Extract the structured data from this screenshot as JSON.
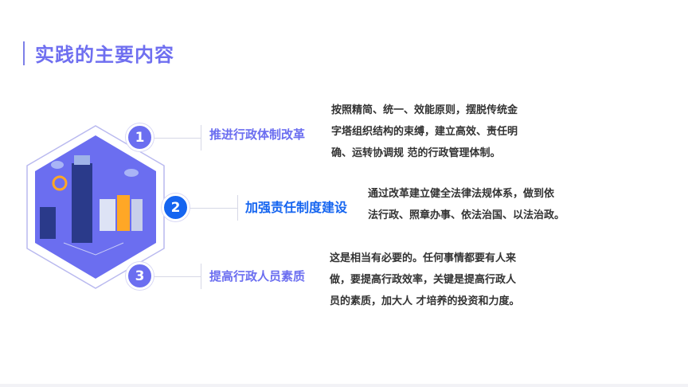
{
  "title": "实践的主要内容",
  "items": [
    {
      "num": "1",
      "label": "推进行政体制改革",
      "lines": [
        "按照精简、统一、效能原则，摆脱传统金",
        "字塔组织结构的束缚，建立高效、责任明",
        "确、运转协调规 范的行政管理体制。"
      ]
    },
    {
      "num": "2",
      "label": "加强责任制度建设",
      "lines": [
        "通过改革建立健全法律法规体系，做到依",
        "法行政、照章办事、依法治国、以法治政。"
      ]
    },
    {
      "num": "3",
      "label": "提高行政人员素质",
      "lines": [
        "这是相当有必要的。任何事情都要有人来",
        "做，要提高行政效率，关键是提高行政人",
        "员的素质，加大人 才培养的投资和力度。"
      ]
    }
  ],
  "colors": {
    "accent": "#6b6ef0",
    "highlight": "#1565f0"
  }
}
